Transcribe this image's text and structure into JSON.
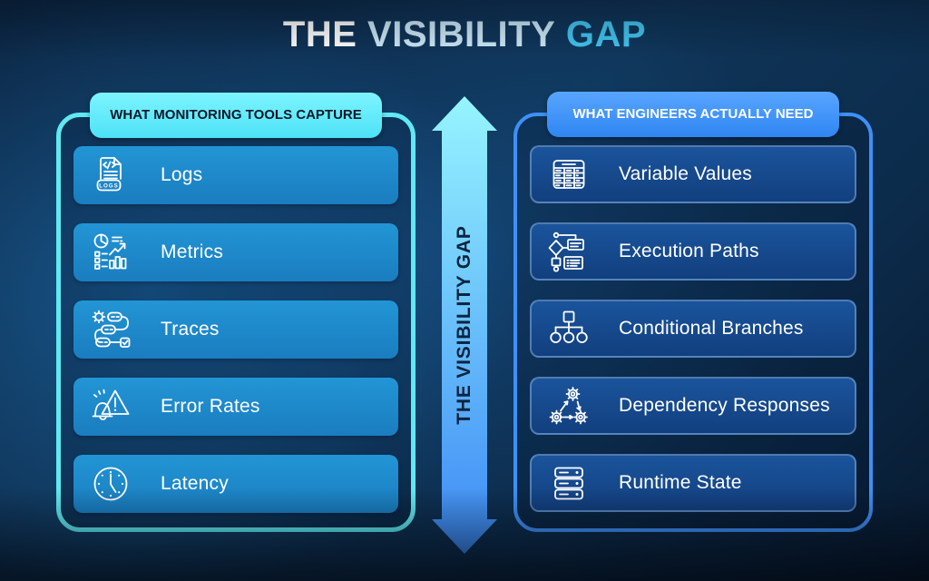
{
  "title": {
    "word1": "THE",
    "word2": "VISIBILITY",
    "word3": "GAP"
  },
  "left_panel": {
    "header": "WHAT MONITORING TOOLS CAPTURE",
    "items": [
      {
        "label": "Logs",
        "icon": "logs-icon",
        "badge": "LOGS"
      },
      {
        "label": "Metrics",
        "icon": "metrics-icon"
      },
      {
        "label": "Traces",
        "icon": "traces-icon"
      },
      {
        "label": "Error Rates",
        "icon": "error-alert-icon"
      },
      {
        "label": "Latency",
        "icon": "clock-icon"
      }
    ]
  },
  "right_panel": {
    "header": "WHAT ENGINEERS ACTUALLY NEED",
    "items": [
      {
        "label": "Variable Values",
        "icon": "table-icon"
      },
      {
        "label": "Execution Paths",
        "icon": "flowchart-icon"
      },
      {
        "label": "Conditional Branches",
        "icon": "tree-diagram-icon"
      },
      {
        "label": "Dependency Responses",
        "icon": "gears-icon"
      },
      {
        "label": "Runtime State",
        "icon": "server-stack-icon"
      }
    ]
  },
  "center_arrow": {
    "label": "THE VISIBILITY GAP"
  },
  "colors": {
    "title_accent": "#42c6f1",
    "left_accent": "#5fe9f2",
    "right_accent": "#3e90f7",
    "left_item_fill": "#1e89c9",
    "right_item_fill": "#15498c",
    "arrow_top": "#96f5ff",
    "arrow_bottom": "#3c89f5"
  }
}
